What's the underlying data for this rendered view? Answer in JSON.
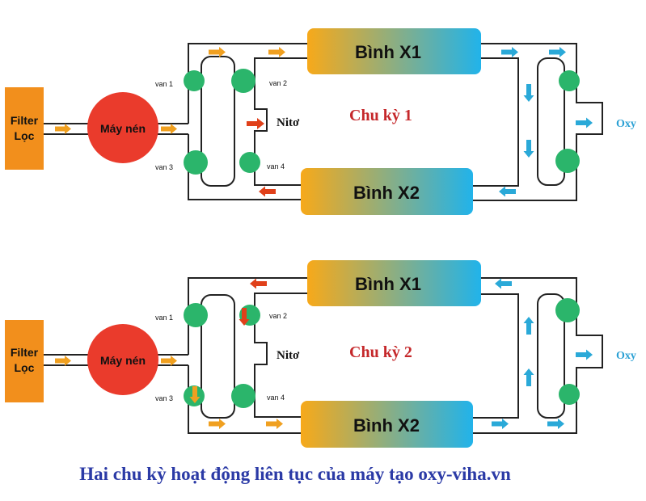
{
  "colors": {
    "pipe": "#222222",
    "valve": "#2bb56b",
    "orange_arrow": "#f0a020",
    "red_arrow": "#e0401a",
    "blue_arrow": "#2aa9d8",
    "filter_fill": "#f28f1c",
    "compressor_fill": "#ea3b2c",
    "tank_gradient_start": "#f7a91a",
    "tank_gradient_end": "#21b3ea",
    "cycle_title": "#c5282b",
    "oxy_text": "#2aa0d4",
    "caption": "#2b3aa6"
  },
  "icons": {
    "valve": "green-circle-valve-icon",
    "flow_arrow": "flow-arrow-icon"
  },
  "cycles": [
    {
      "title": "Chu kỳ 1",
      "filter_label_line1": "Filter",
      "filter_label_line2": "Lọc",
      "compressor_label": "Máy nén",
      "tank_top": "Bình X1",
      "tank_bottom": "Bình X2",
      "nitrogen_label": "Nitơ",
      "oxygen_label": "Oxy",
      "valve_labels": [
        "van 1",
        "van 2",
        "van 3",
        "van 4"
      ]
    },
    {
      "title": "Chu kỳ 2",
      "filter_label_line1": "Filter",
      "filter_label_line2": "Lọc",
      "compressor_label": "Máy nén",
      "tank_top": "Bình X1",
      "tank_bottom": "Bình X2",
      "nitrogen_label": "Nitơ",
      "oxygen_label": "Oxy",
      "valve_labels": [
        "van 1",
        "van 2",
        "van 3",
        "van 4"
      ]
    }
  ],
  "caption": "Hai chu kỳ hoạt động liên tục của máy tạo oxy-viha.vn"
}
